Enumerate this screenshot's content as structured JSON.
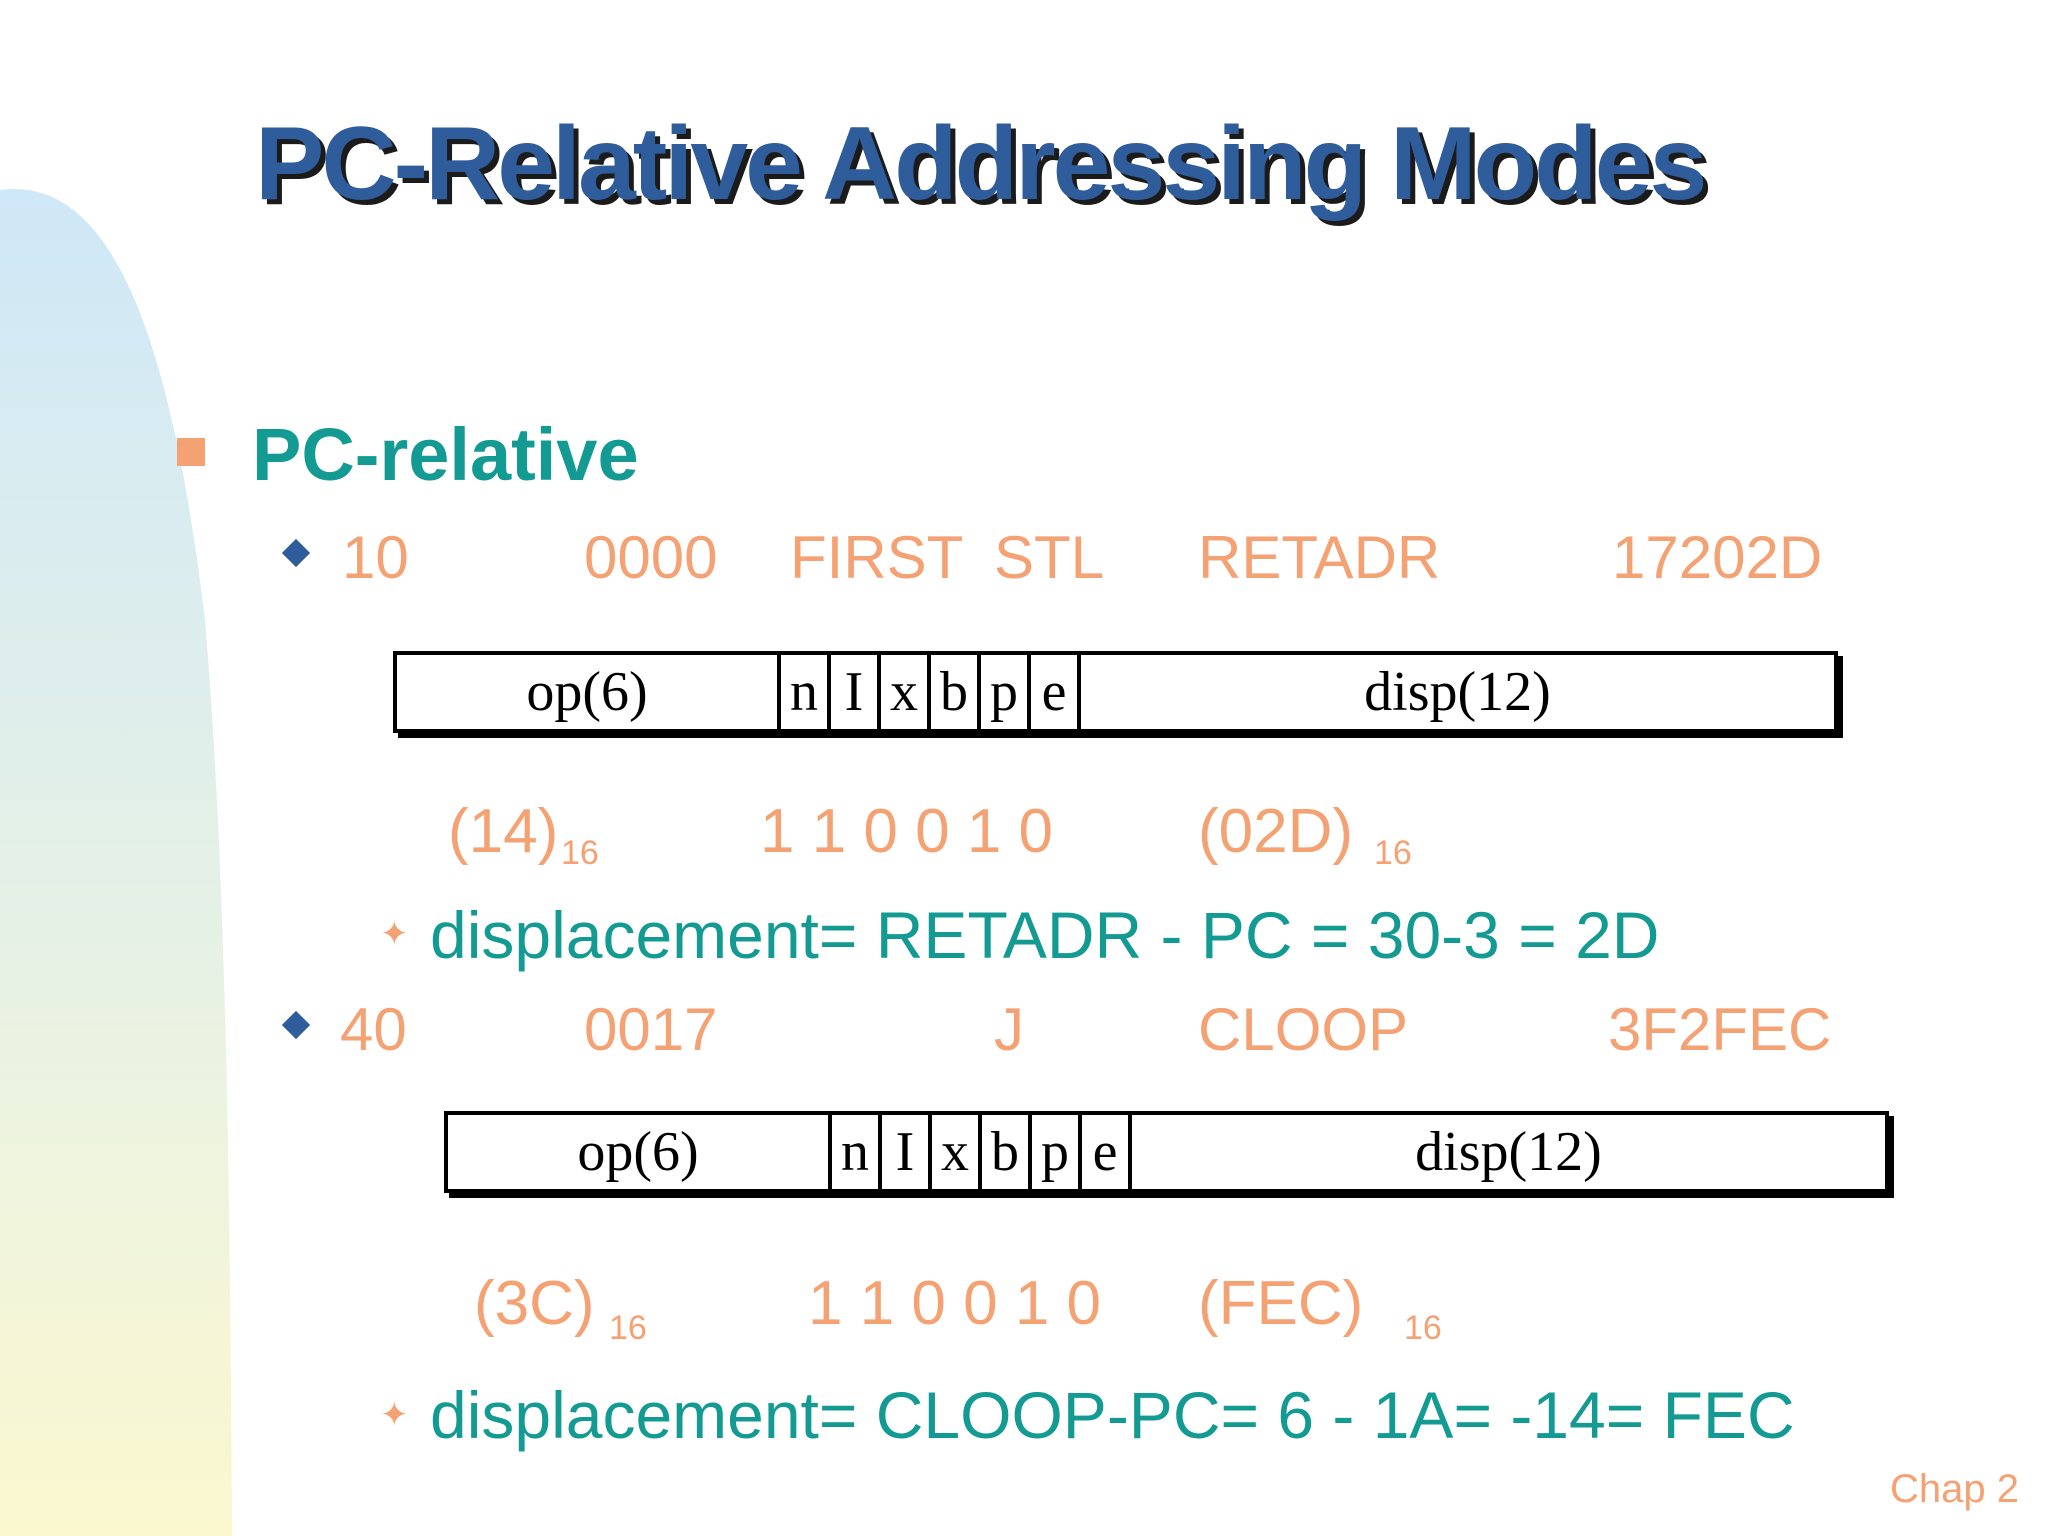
{
  "title": "PC-Relative Addressing Modes",
  "heading": "PC-relative",
  "example1": {
    "line": "10",
    "loc": "0000",
    "label": "FIRST",
    "op": "STL",
    "operand": "RETADR",
    "objcode": "17202D",
    "format": {
      "op": "op(6)",
      "flags": [
        "n",
        "I",
        "x",
        "b",
        "p",
        "e"
      ],
      "disp": "disp(12)"
    },
    "values": {
      "op": "(14)",
      "op_base": "16",
      "flags": "1 1 0 0 1 0",
      "disp": "(02D)",
      "disp_base": "16"
    },
    "note": "displacement= RETADR - PC = 30-3 = 2D"
  },
  "example2": {
    "line": "40",
    "loc": "0017",
    "op": "J",
    "operand": "CLOOP",
    "objcode": "3F2FEC",
    "format": {
      "op": "op(6)",
      "flags": [
        "n",
        "I",
        "x",
        "b",
        "p",
        "e"
      ],
      "disp": "disp(12)"
    },
    "values": {
      "op": "(3C)",
      "op_base": "16",
      "flags": "1 1 0 0 1 0",
      "disp": "(FEC)",
      "disp_base": "16"
    },
    "note": "displacement= CLOOP-PC= 6 - 1A= -14= FEC"
  },
  "footer": "Chap 2",
  "colors": {
    "title": "#2f5d9b",
    "heading": "#139a92",
    "code": "#f4a273",
    "bullet": "#2f5d9b"
  }
}
